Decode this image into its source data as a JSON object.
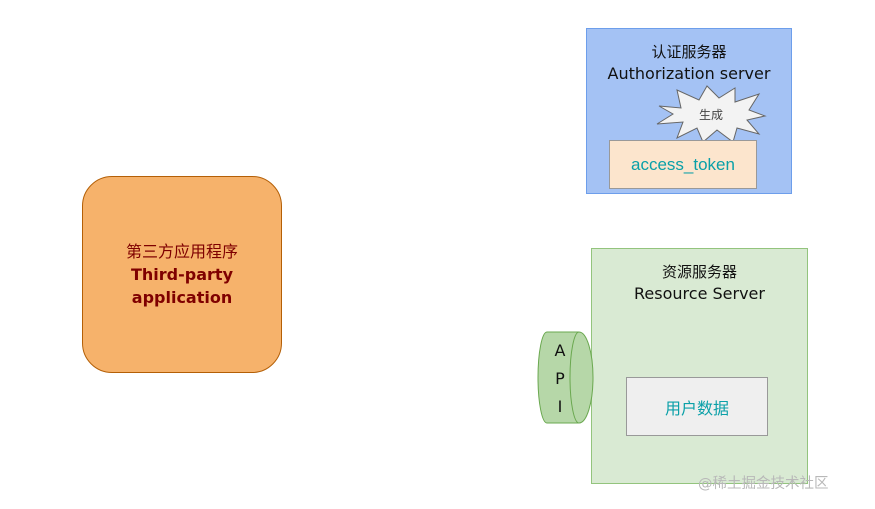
{
  "third_party_app": {
    "label_cn": "第三方应用程序",
    "label_en_1": "Third-party",
    "label_en_2": "application"
  },
  "authorization_server": {
    "label_cn": "认证服务器",
    "label_en": "Authorization server",
    "generate_label": "生成",
    "token_label": "access_token"
  },
  "resource_server": {
    "label_cn": "资源服务器",
    "label_en": "Resource Server",
    "user_data_label": "用户数据"
  },
  "api": {
    "letter_1": "A",
    "letter_2": "P",
    "letter_3": "I"
  },
  "watermark": {
    "text": "@稀土掘金技术社区"
  },
  "colors": {
    "app_fill": "#f6b26b",
    "auth_fill": "#a4c2f4",
    "resource_fill": "#d9ead3",
    "token_fill": "#fce5cd",
    "accent_text": "#0aa0a8",
    "app_text": "#7f0000"
  }
}
